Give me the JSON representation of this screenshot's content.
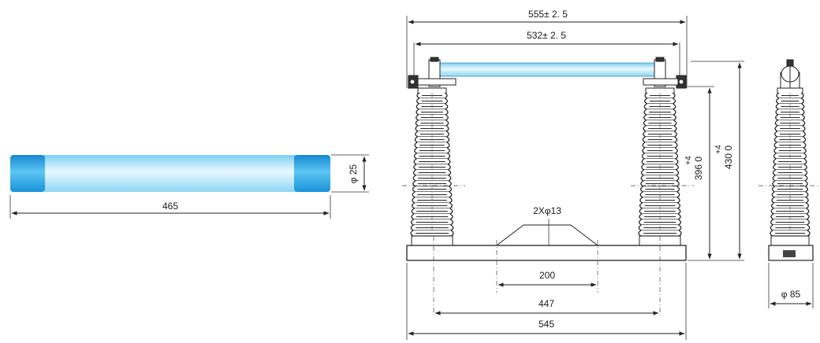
{
  "fuse": {
    "diameter_label": "φ 25",
    "length_label": "465",
    "tube_color": "#aee3f6",
    "cap_color": "#1e9fe0"
  },
  "assembly": {
    "outer_width_label": "555± 2. 5",
    "inner_width_label": "532± 2. 5",
    "height_inner_label": "396 0",
    "height_inner_tol": "+4",
    "height_outer_label": "430 0",
    "height_outer_tol": "+4",
    "holes_label": "2Xφ13",
    "hole_spacing_label": "200",
    "mount_spacing_label": "447",
    "base_length_label": "545"
  },
  "side_view": {
    "base_diameter_label": "φ 85"
  }
}
